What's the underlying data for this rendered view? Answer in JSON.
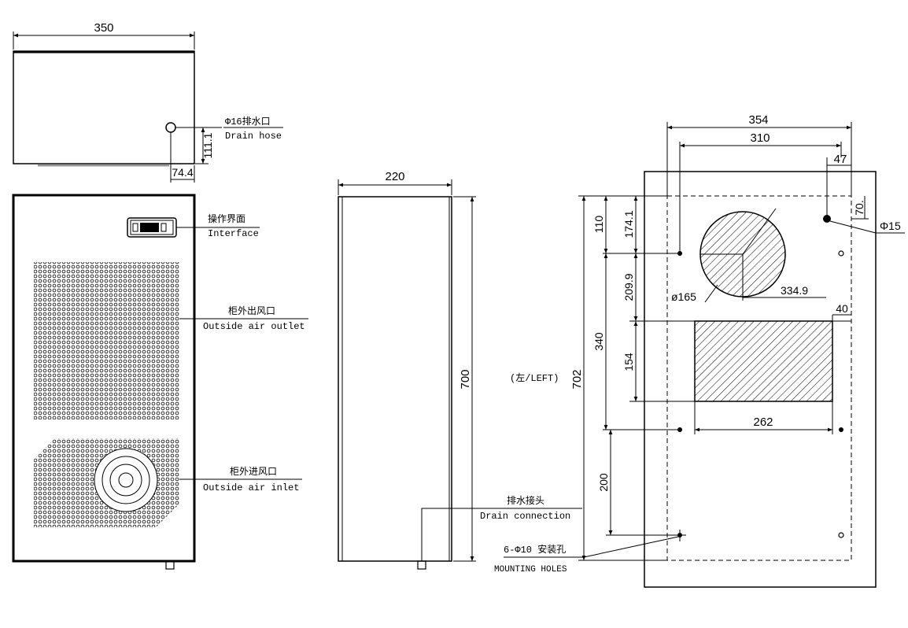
{
  "top_view": {
    "width_dim": "350",
    "drain_title": "Φ16排水口",
    "drain_subtitle": "Drain hose",
    "drain_height_dim": "111.1",
    "drain_offset_dim": "74.4"
  },
  "front_view": {
    "interface_title": "操作界面",
    "interface_subtitle": "Interface",
    "outlet_title": "柜外出风口",
    "outlet_subtitle": "Outside air outlet",
    "inlet_title": "柜外进风口",
    "inlet_subtitle": "Outside air inlet"
  },
  "side_view": {
    "depth_dim": "220",
    "height_dim": "700",
    "drain_conn_title": "排水接头",
    "drain_conn_subtitle": "Drain connection"
  },
  "cutout_view": {
    "overall_width_dim": "354",
    "hole_span_dim": "310",
    "top_offset_dim": "47",
    "top_vert_dim": "70.",
    "phi15_label": "Φ15",
    "overall_height_dim": "702",
    "left_label": "(左/LEFT)",
    "dim_110": "110",
    "dim_174_1": "174.1",
    "dim_340": "340",
    "dim_209_9": "209.9",
    "dim_154": "154",
    "dim_200": "200",
    "circle_dia": "ø165",
    "circle_offset": "334.9",
    "rect_offset": "40",
    "rect_width": "262",
    "mount_title": "6-Φ10 安装孔",
    "mount_subtitle": "MOUNTING HOLES"
  }
}
